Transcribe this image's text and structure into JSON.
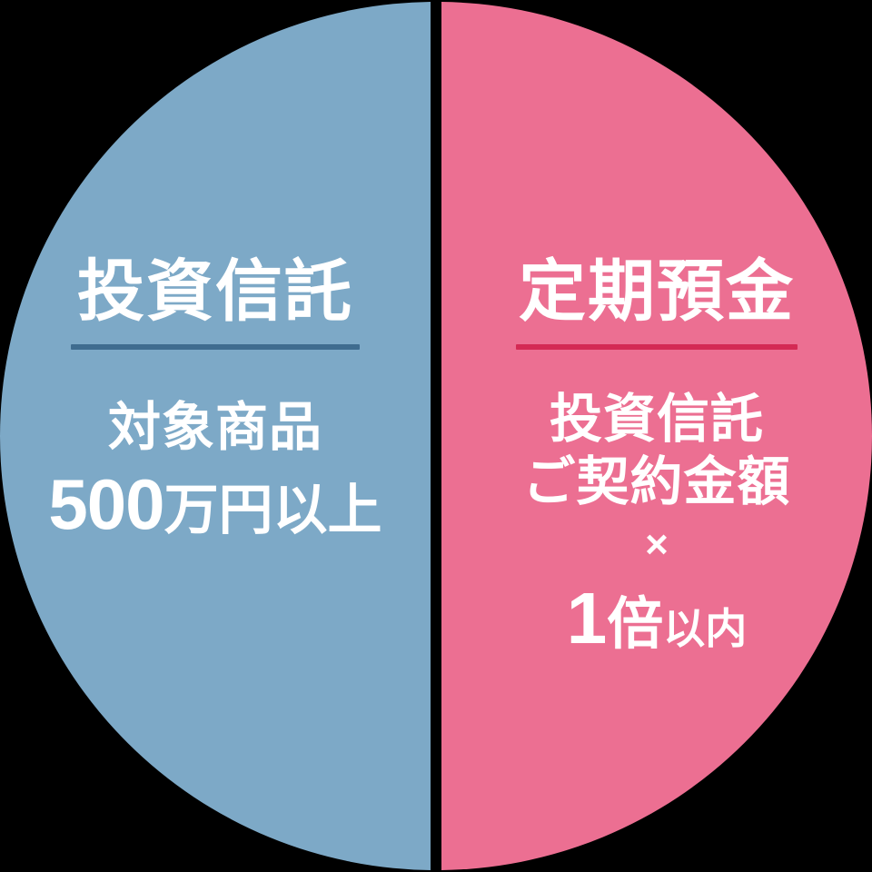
{
  "graphic": {
    "type": "split-circle-comparison",
    "background_color": "#000000"
  },
  "panels": {
    "left": {
      "panel_name": "investment-trust-condition",
      "fill_color": "#7da9c7",
      "rule_color": "#3f6c8f",
      "text_color": "#ffffff",
      "heading": "投資信託",
      "body": {
        "line1": "対象商品",
        "amount": "500",
        "amount_unit": "万円以上"
      }
    },
    "right": {
      "panel_name": "time-deposit-condition",
      "fill_color": "#ec6f92",
      "rule_color": "#d42a54",
      "text_color": "#ffffff",
      "heading": "定期預金",
      "body": {
        "line1": "投資信託",
        "line2": "ご契約金額",
        "operator": "×",
        "multiplier": "1",
        "multiplier_unit": "倍",
        "multiplier_suffix": "以内"
      }
    }
  }
}
